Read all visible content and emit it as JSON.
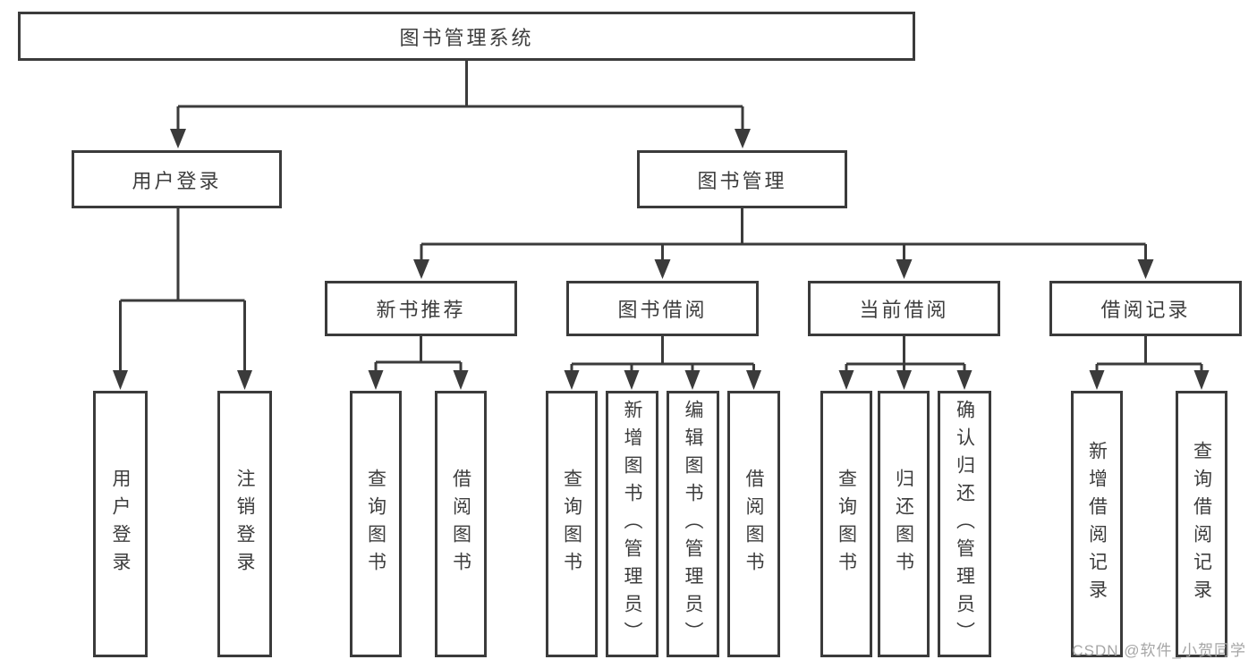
{
  "colors": {
    "line": "#3b3b3b",
    "border": "#3b3b3b",
    "text": "#3d3d3d",
    "watermark": "#a6a6a6",
    "background": "#ffffff"
  },
  "nodes": {
    "root": "图书管理系统",
    "user_login": "用户登录",
    "book_mgmt": "图书管理",
    "new_books": "新书推荐",
    "book_borrow": "图书借阅",
    "current_borrow": "当前借阅",
    "borrow_records": "借阅记录",
    "user_login_children": {
      "login": "用户登录",
      "logout": "注销登录"
    },
    "new_books_children": {
      "query": "查询图书",
      "borrow": "借阅图书"
    },
    "book_borrow_children": {
      "query": "查询图书",
      "add": "新增图书（管理员）",
      "edit": "编辑图书（管理员）",
      "borrow": "借阅图书"
    },
    "current_borrow_children": {
      "query": "查询图书",
      "return": "归还图书",
      "confirm": "确认归还（管理员）"
    },
    "borrow_records_children": {
      "add": "新增借阅记录",
      "query": "查询借阅记录"
    }
  },
  "watermark": "CSDN @软件_小贺同学"
}
